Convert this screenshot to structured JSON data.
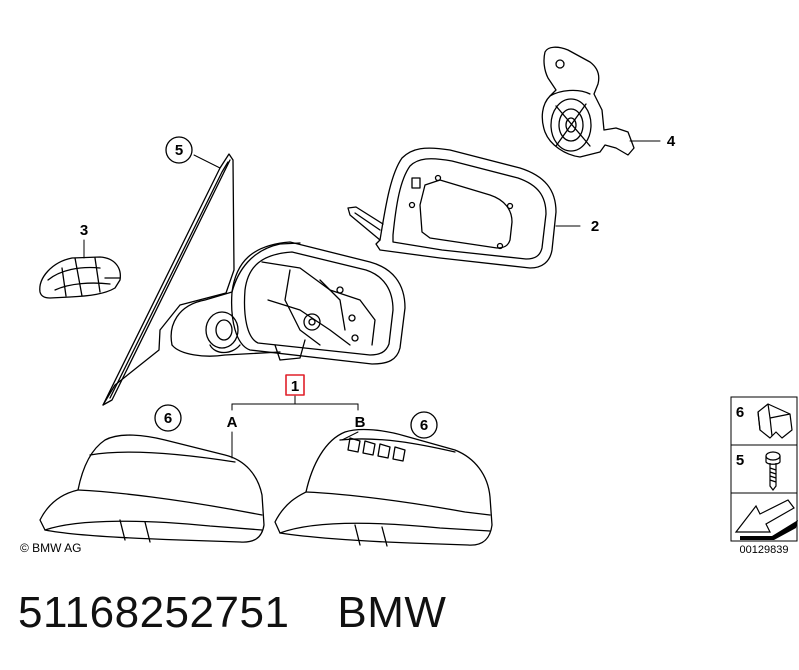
{
  "callouts": {
    "c1": "1",
    "c2": "2",
    "c3": "3",
    "c4": "4",
    "c5": "5",
    "c6a": "6",
    "c6b": "6",
    "variant_a": "A",
    "variant_b": "B"
  },
  "legend": {
    "items": [
      {
        "number": "6",
        "icon": "clip-icon"
      },
      {
        "number": "5",
        "icon": "screw-icon"
      }
    ],
    "arrow_icon": "direction-arrow-icon"
  },
  "copyright": "© BMW AG",
  "diagram_number": "00129839",
  "footer": {
    "part_number": "51168252751",
    "brand": "BMW"
  },
  "colors": {
    "line": "#000000",
    "highlight_box": "#e0202a"
  }
}
